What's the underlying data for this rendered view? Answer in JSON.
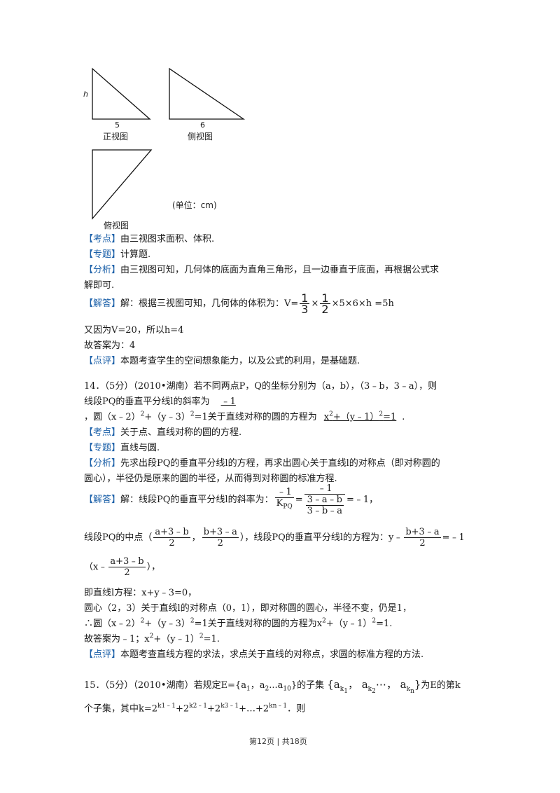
{
  "figure": {
    "h_label": "h",
    "front_width": "5",
    "front_caption": "正视图",
    "side_width": "6",
    "side_caption": "侧视图",
    "top_caption": "俯视图",
    "unit_note": "(单位：cm)"
  },
  "q13": {
    "kaodian_tag": "【考点】",
    "kaodian": "由三视图求面积、体积.",
    "zhuanti_tag": "【专题】",
    "zhuanti": "计算题.",
    "fenxi_tag": "【分析】",
    "fenxi_l1": "由三视图可知，几何体的底面为直角三角形，且一边垂直于底面，再根据公式求",
    "fenxi_l2": "解即可.",
    "jieda_tag": "【解答】",
    "jieda_prefix": "解：根据三视图可知，几何体的体积为：V=",
    "f1_num": "1",
    "f1_den": "3",
    "times1": "×",
    "f2_num": "1",
    "f2_den": "2",
    "jieda_tail": "×5×6×h =5h",
    "line2": "又因为V=20，所以h=4",
    "line3": "故答案为：4",
    "dianping_tag": "【点评】",
    "dianping": "本题考查学生的空间想象能力，以及公式的利用，是基础题."
  },
  "q14": {
    "stem_l1": "14．（5分）（2010•湖南）若不同两点P，Q的坐标分别为（a，b），（3﹣b，3﹣a），则",
    "stem_l2_prefix": "线段PQ的垂直平分线l的斜率为",
    "answer1": "﹣1",
    "stem_l3_prefix": "，圆（x﹣2）",
    "stem_l3_mid1": "+（y﹣3）",
    "stem_l3_mid2": "=1关于直线对称的圆的方程为",
    "answer2_a": "x",
    "answer2_b": "+（y﹣1）",
    "answer2_c": "=1",
    "exp2": "2",
    "kaodian_tag": "【考点】",
    "kaodian": "关于点、直线对称的圆的方程.",
    "zhuanti_tag": "【专题】",
    "zhuanti": "直线与圆.",
    "fenxi_tag": "【分析】",
    "fenxi_l1": "先求出段PQ的垂直平分线l的方程，再求出圆心关于直线l的对称点（即对称圆的",
    "fenxi_l2": "圆心），半径仍是原来的圆的半径，从而得到对称圆的标准方程.",
    "jieda_tag": "【解答】",
    "jieda_prefix": "解：线段PQ的垂直平分线l的斜率为：",
    "k_num": "﹣1",
    "k_den": "K",
    "k_sub": "PQ",
    "eq": "=",
    "big_num": "﹣1",
    "inner_num": "3﹣a﹣b",
    "inner_den": "3﹣b﹣a",
    "jieda_tail": "=﹣1，",
    "mid_prefix": "线段PQ的中点（",
    "mid_f1_num": "a+3﹣b",
    "mid_f1_den": "2",
    "mid_sep": "，",
    "mid_f2_num": "b+3﹣a",
    "mid_f2_den": "2",
    "mid_tail": "），线段PQ的垂直平分线l的方程为：y﹣",
    "line_f_num": "b+3﹣a",
    "line_f_den": "2",
    "line_tail": "=﹣1",
    "x_prefix": "（x﹣",
    "x_f_num": "a+3﹣b",
    "x_f_den": "2",
    "x_tail": "），",
    "l1": "即直线l方程：x+y﹣3=0，",
    "l2": "圆心（2，3）关于直线l的对称点（0，1），即对称圆的圆心，半径不变，仍是1，",
    "l3_a": "∴圆（x﹣2）",
    "l3_b": "+（y﹣3）",
    "l3_c": "=1关于直线对称的圆的方程为x",
    "l3_d": "+（y﹣1）",
    "l3_e": "=1.",
    "l4_a": "故答案为﹣1；x",
    "l4_b": "+（y﹣1）",
    "l4_c": "=1.",
    "dianping_tag": "【点评】",
    "dianping": "本题考查直线方程的求法，求点关于直线的对称点，求圆的标准方程的方法."
  },
  "q15": {
    "l1_prefix": "15．（5分）（2010•湖南）若规定E={a",
    "l1_s1": "1",
    "l1_mid": "，a",
    "l1_s2": "2",
    "l1_mid2": "...a",
    "l1_s3": "10",
    "l1_mid3": "}的子集",
    "set_open": "{a",
    "k1": "k",
    "k1s": "1",
    "sep1": "，  a",
    "k2": "k",
    "k2s": "2",
    "dots": "⋯，  a",
    "kn": "k",
    "kns": "n",
    "set_close": "}",
    "l1_tail": "为E的第k",
    "l2_a": "个子集，其中k=2",
    "l2_e1": "k1﹣1",
    "l2_b": "+2",
    "l2_e2": "k2﹣1",
    "l2_c": "+2",
    "l2_e3": "k3﹣1",
    "l2_d": "+…+2",
    "l2_e4": "kn﹣1",
    "l2_tail": "．则"
  },
  "footer": {
    "text": "第12页 | 共18页"
  }
}
